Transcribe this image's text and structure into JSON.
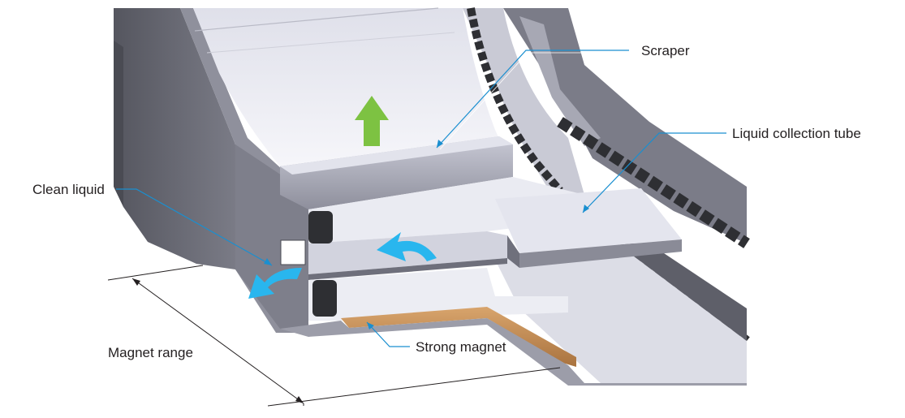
{
  "labels": {
    "scraper": "Scraper",
    "liquid_collection_tube": "Liquid collection tube",
    "clean_liquid": "Clean liquid",
    "strong_magnet": "Strong magnet",
    "magnet_range": "Magnet range"
  },
  "colors": {
    "leader_line": "#1a8fd0",
    "flow_arrow": "#29b6ee",
    "lift_arrow": "#7dc242",
    "magnet": "#c8915a",
    "dark_frame": "#6b6c78",
    "light_surface": "#e9eaf2",
    "chain": "#2e2f33"
  },
  "icons": [
    "lift-arrow-icon",
    "flow-arrow-icon"
  ]
}
